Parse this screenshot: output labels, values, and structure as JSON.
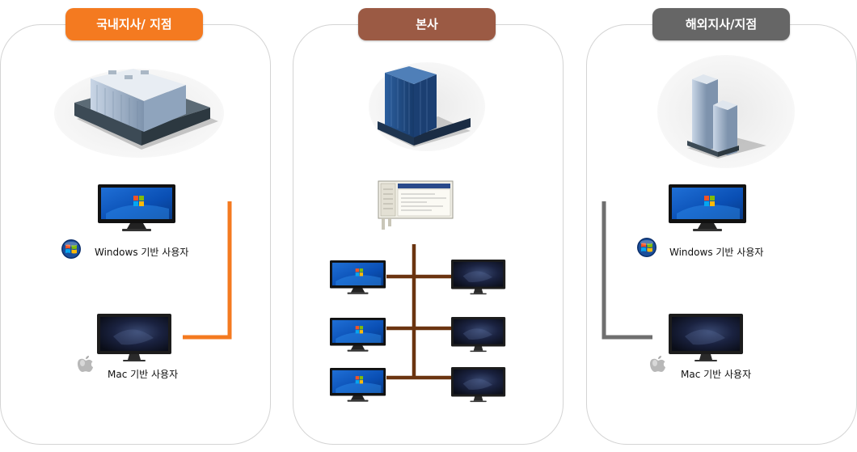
{
  "sections": {
    "domestic": {
      "title": "국내지사/ 지점",
      "color": "#f47a20"
    },
    "hq": {
      "title": "본사",
      "color": "#9b5a44"
    },
    "overseas": {
      "title": "해외지사/지점",
      "color": "#666666"
    }
  },
  "users": {
    "windows_label": "Windows 기반 사용자",
    "mac_label": "Mac 기반 사용자"
  },
  "colors": {
    "domestic_line": "#f47a20",
    "hq_line": "#6b3410",
    "overseas_line": "#6f6f6f"
  },
  "icons": [
    "office-building-icon",
    "hq-tower-icon",
    "overseas-tower-icon",
    "server-icon",
    "windows-monitor-icon",
    "mac-monitor-icon",
    "windows-logo-icon",
    "apple-logo-icon"
  ]
}
